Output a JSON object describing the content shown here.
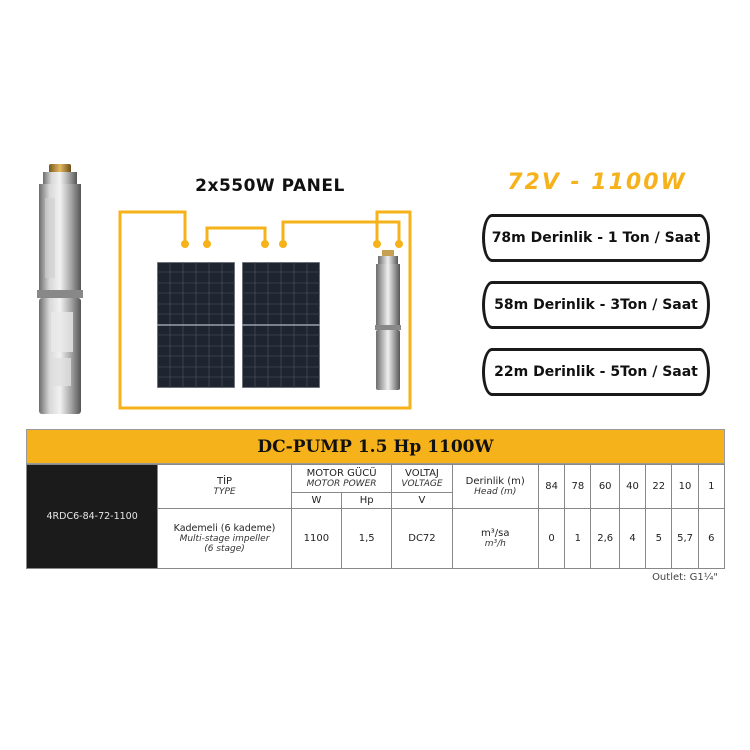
{
  "diagram": {
    "panel_title": "2x550W PANEL",
    "spec_title": "72V - 1100W",
    "performance": [
      "78m Derinlik - 1 Ton / Saat",
      "58m Derinlik - 3Ton / Saat",
      "22m Derinlik - 5Ton / Saat"
    ]
  },
  "table": {
    "title": "DC-PUMP 1.5 Hp 1100W",
    "model": "4RDC6-84-72-1100",
    "type_label": "TİP",
    "type_label_en": "TYPE",
    "motor_label": "MOTOR GÜCÜ",
    "motor_label_en": "MOTOR POWER",
    "voltage_label": "VOLTAJ",
    "voltage_label_en": "VOLTAGE",
    "depth_label": "Derinlik (m)",
    "depth_label_en": "Head (m)",
    "unit_w": "W",
    "unit_hp": "Hp",
    "unit_v": "V",
    "impeller": "Kademeli (6 kademe)",
    "impeller_en": "Multi-stage impeller",
    "impeller_en2": "(6 stage)",
    "power_w": "1100",
    "power_hp": "1,5",
    "voltage": "DC72",
    "flow_label": "m³/sa",
    "flow_label_en": "m³/h",
    "heads": [
      "84",
      "78",
      "60",
      "40",
      "22",
      "10",
      "1"
    ],
    "flows": [
      "0",
      "1",
      "2,6",
      "4",
      "5",
      "5,7",
      "6"
    ]
  },
  "outlet": "Outlet: G1¼\"",
  "colors": {
    "accent": "#f6b21a",
    "dark": "#1b1b1b"
  }
}
